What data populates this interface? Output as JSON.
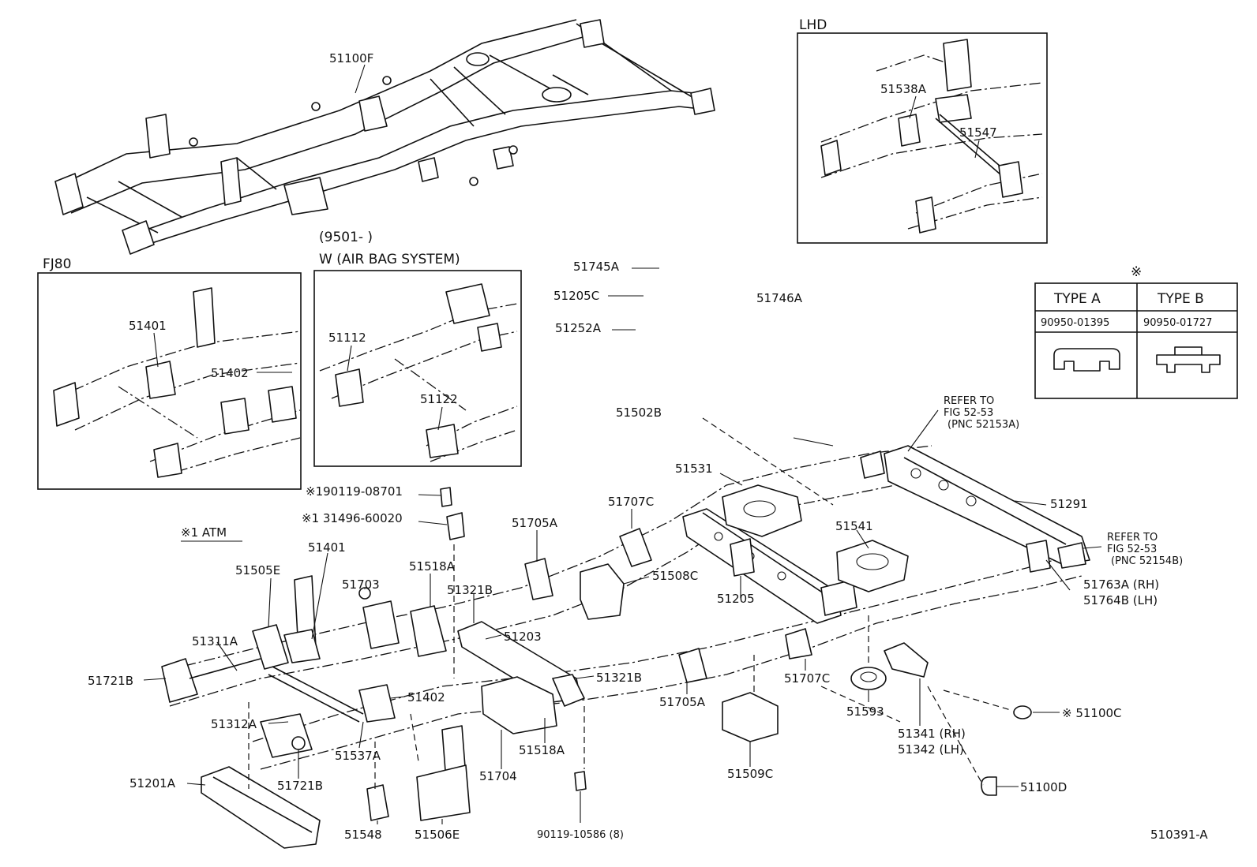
{
  "diagram_title_id": "510391-A",
  "insets": {
    "lhd": {
      "title": "LHD",
      "labels": [
        "51538A",
        "51547"
      ]
    },
    "fj80": {
      "title": "FJ80",
      "labels": [
        "51401",
        "51402"
      ]
    },
    "airbag": {
      "line1": "(9501-        )",
      "line2": "W (AIR BAG SYSTEM)",
      "labels": [
        "51112",
        "51122"
      ]
    }
  },
  "clip_table": {
    "mark": "※",
    "headers": [
      "TYPE A",
      "TYPE B"
    ],
    "part_numbers": [
      "90950-01395",
      "90950-01727"
    ]
  },
  "atm_note": "※1 ATM",
  "refer_notes": [
    {
      "line1": "REFER TO",
      "line2": "FIG 52-53",
      "line3": "(PNC 52153A)"
    },
    {
      "line1": "REFER TO",
      "line2": "FIG 52-53",
      "line3": "(PNC 52154B)"
    }
  ],
  "labels": {
    "51100F": "51100F",
    "51745A": "51745A",
    "51205C": "51205C",
    "51746A": "51746A",
    "51252A": "51252A",
    "51502B": "51502B",
    "bolt1": "※190119-08701",
    "bolt2": "※1 31496-60020",
    "51531": "51531",
    "51291": "51291",
    "51541": "51541",
    "51705A_top": "51705A",
    "51707C_top": "51707C",
    "51401": "51401",
    "51505E": "51505E",
    "51703": "51703",
    "51518A_top": "51518A",
    "51321B_top": "51321B",
    "51508C": "51508C",
    "51205": "51205",
    "51763A": "51763A (RH)",
    "51764B": "51764B (LH)",
    "51311A": "51311A",
    "51203": "51203",
    "51721B_left": "51721B",
    "51321B_bot": "51321B",
    "51402": "51402",
    "51705A_bot": "51705A",
    "51707C_bot": "51707C",
    "51312A": "51312A",
    "51593": "51593",
    "51100C": "※ 51100C",
    "51341": "51341 (RH)",
    "51342": "51342 (LH)",
    "51537A": "51537A",
    "51721B_bot": "51721B",
    "51704": "51704",
    "51518A_bot": "51518A",
    "51509C": "51509C",
    "51201A": "51201A",
    "51100D": "51100D",
    "51548": "51548",
    "51506E": "51506E",
    "bolt3": "90119-10586 (8)"
  }
}
